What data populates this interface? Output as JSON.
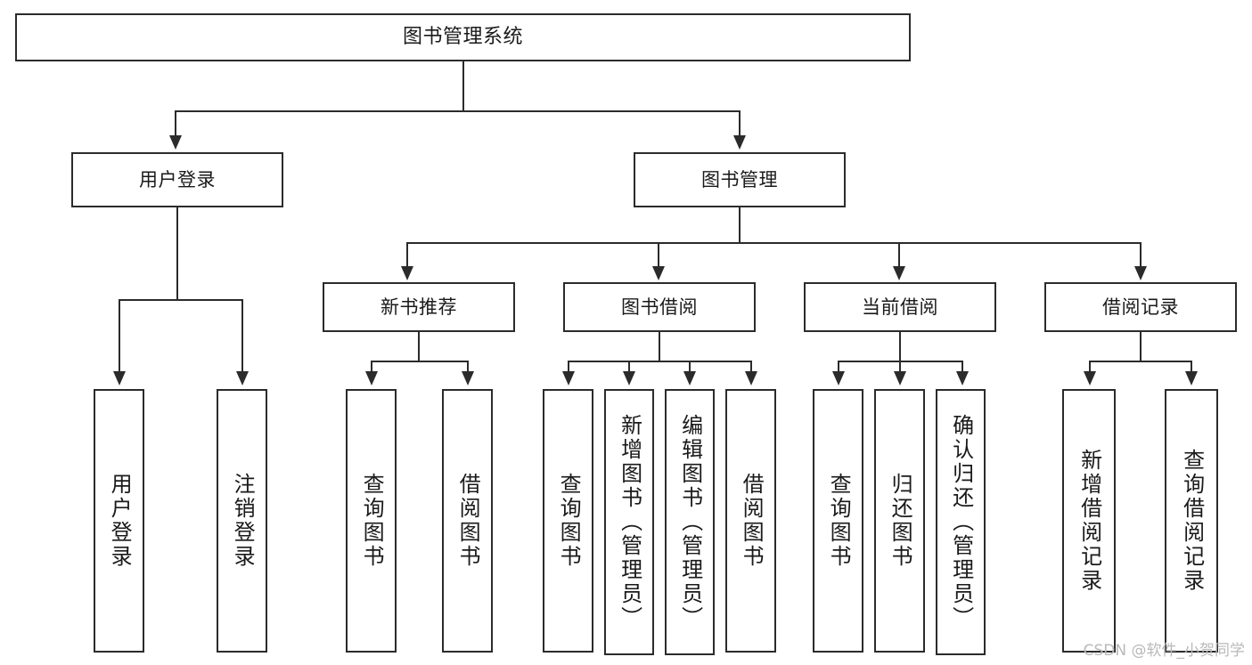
{
  "diagram": {
    "title": "图书管理系统",
    "watermark": "CSDN @软件_小贺同学",
    "line_color": "#2b2b2b",
    "box_fill": "#ffffff",
    "text_color": "#1a1a1a",
    "watermark_color": "#b9b9b9",
    "root": {
      "label": "图书管理系统"
    },
    "level1": [
      {
        "label": "用户登录"
      },
      {
        "label": "图书管理"
      }
    ],
    "level2": [
      {
        "label": "新书推荐"
      },
      {
        "label": "图书借阅"
      },
      {
        "label": "当前借阅"
      },
      {
        "label": "借阅记录"
      }
    ],
    "leaves": {
      "user_login": [
        {
          "label": "用户登录"
        },
        {
          "label": "注销登录"
        }
      ],
      "new_book_recommend": [
        {
          "label": "查询图书"
        },
        {
          "label": "借阅图书"
        }
      ],
      "book_borrow": [
        {
          "label": "查询图书"
        },
        {
          "label": "新增图书（管理员）"
        },
        {
          "label": "编辑图书（管理员）"
        },
        {
          "label": "借阅图书"
        }
      ],
      "current_borrow": [
        {
          "label": "查询图书"
        },
        {
          "label": "归还图书"
        },
        {
          "label": "确认归还（管理员）"
        }
      ],
      "borrow_record": [
        {
          "label": "新增借阅记录"
        },
        {
          "label": "查询借阅记录"
        }
      ]
    }
  }
}
